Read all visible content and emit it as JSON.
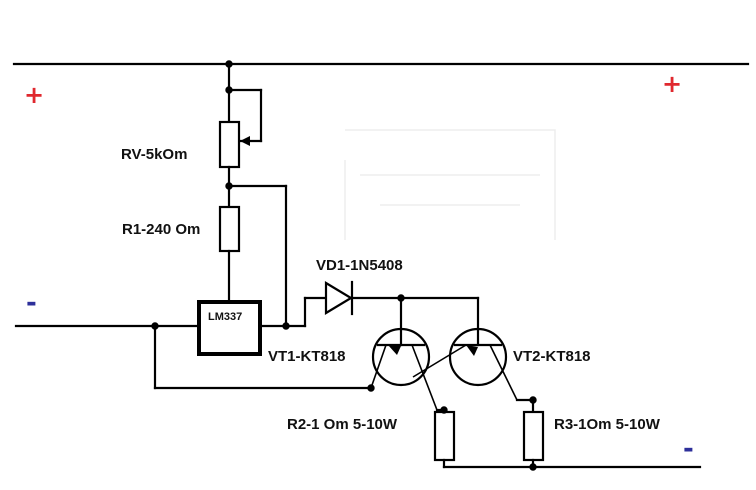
{
  "polarity": {
    "top_left": "+",
    "top_right": "+",
    "bottom_left": "-",
    "bottom_right": "-"
  },
  "components": {
    "rv": "RV-5kOm",
    "r1": "R1-240 Om",
    "regulator": "LM337",
    "diode": "VD1-1N5408",
    "vt1": "VT1-KT818",
    "vt2": "VT2-KT818",
    "r2": "R2-1 Om 5-10W",
    "r3": "R3-1Om 5-10W"
  },
  "colors": {
    "plus": "#e0282e",
    "minus": "#2d2f9a",
    "wire": "#000000"
  }
}
